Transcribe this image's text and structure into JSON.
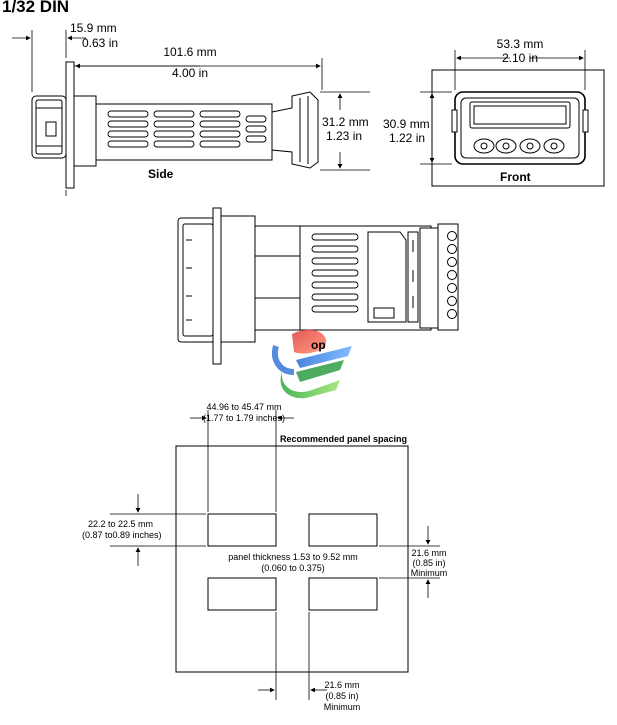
{
  "title": "1/32 DIN",
  "side": {
    "label": "Side",
    "dim_depth_front": [
      "15.9 mm",
      "0.63 in"
    ],
    "dim_length": [
      "101.6 mm",
      "4.00 in"
    ],
    "dim_height": [
      "31.2 mm",
      "1.23 in"
    ]
  },
  "front": {
    "label": "Front",
    "dim_width": [
      "53.3 mm",
      "2.10 in"
    ],
    "dim_height": [
      "30.9 mm",
      "1.22 in"
    ]
  },
  "top": {
    "label_fragment": "op"
  },
  "panel": {
    "heading": "Recommended panel spacing",
    "cutout_width": [
      "44.96 to 45.47 mm",
      "(1.77 to 1.79 inches)"
    ],
    "cutout_height": [
      "22.2 to 22.5 mm",
      "(0.87 to0.89 inches)"
    ],
    "thickness": [
      "panel thickness 1.53 to 9.52 mm",
      "(0.060  to 0.375)"
    ],
    "spacing_vertical": [
      "21.6 mm",
      "(0.85 in)",
      "Minimum"
    ],
    "spacing_horizontal": [
      "21.6 mm",
      "(0.85 in)",
      "Minimum"
    ]
  },
  "colors": {
    "line": "#000000",
    "paper": "#ffffff",
    "panel_fill": "#ffffff"
  }
}
